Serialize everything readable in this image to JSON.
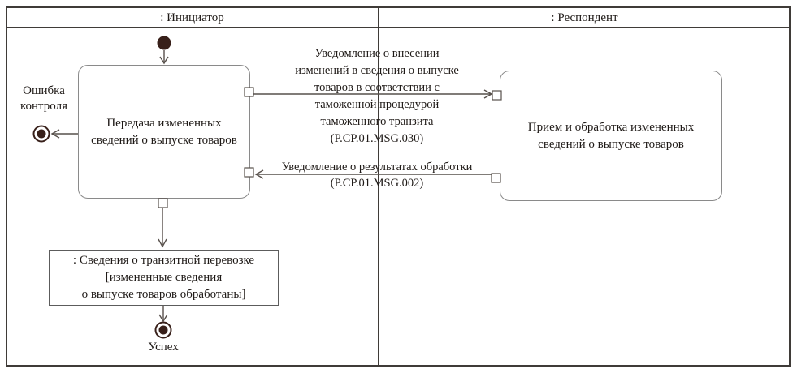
{
  "diagram": {
    "lane_headers": {
      "initiator": ": Инициатор",
      "respondent": ": Респондент"
    },
    "actions": {
      "initiator": "Передача измененных\nсведений о выпуске товаров",
      "respondent": "Прием и обработка измененных\nсведений о выпуске товаров"
    },
    "object_node": ": Сведения о транзитной перевозке\n[измененные сведения\nо выпуске товаров обработаны]",
    "messages": {
      "send": "Уведомление о внесении\nизменений в сведения о выпуске\nтоваров в соответствии с\nтаможенной процедурой\nтаможенного транзита\n(P.CP.01.MSG.030)",
      "reply": "Уведомление о результатах обработки\n(P.CP.01.MSG.002)"
    },
    "terminals": {
      "error": "Ошибка\nконтроля",
      "success": "Успех"
    },
    "colors": {
      "line": "#57504b",
      "line_strong": "#3f3b38",
      "box_border": "#8a8a8a",
      "node_fill": "#38201a",
      "text": "#1f1a17"
    }
  }
}
